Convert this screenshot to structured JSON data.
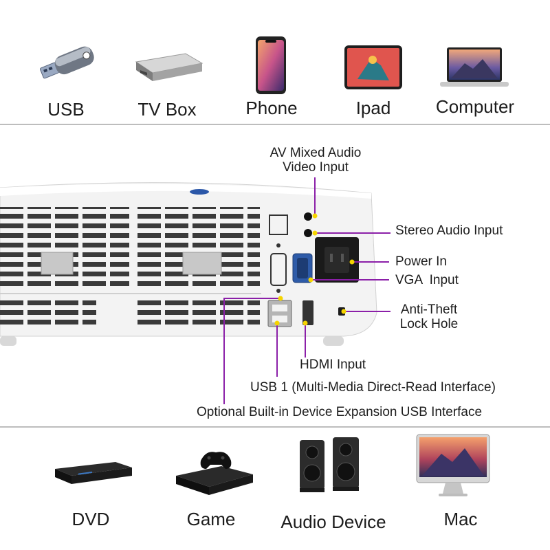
{
  "top_devices": [
    {
      "label": "USB",
      "icon": "usb-flash-drive-icon"
    },
    {
      "label": "TV Box",
      "icon": "tv-box-icon"
    },
    {
      "label": "Phone",
      "icon": "smartphone-icon"
    },
    {
      "label": "Ipad",
      "icon": "tablet-icon"
    },
    {
      "label": "Computer",
      "icon": "laptop-icon"
    }
  ],
  "callouts": {
    "av_line1": "AV Mixed Audio",
    "av_line2": "Video Input",
    "stereo": "Stereo Audio Input",
    "power": "Power In",
    "vga": "VGA  Input",
    "antitheft_line1": "Anti-Theft",
    "antitheft_line2": "Lock Hole",
    "hdmi": "HDMI Input",
    "usb1": "USB 1 (Multi-Media Direct-Read Interface)",
    "optional": "Optional Built-in Device Expansion USB Interface"
  },
  "bottom_devices": [
    {
      "label": "DVD",
      "icon": "dvd-player-icon"
    },
    {
      "label": "Game",
      "icon": "game-console-icon"
    },
    {
      "label": "Audio Device",
      "icon": "speakers-icon"
    },
    {
      "label": "Mac",
      "icon": "imac-icon"
    }
  ],
  "colors": {
    "callout_line": "#8b1fa8",
    "port_dot": "#f5d400",
    "divider": "#bdbdbd",
    "projector_body": "#f4f4f4"
  }
}
